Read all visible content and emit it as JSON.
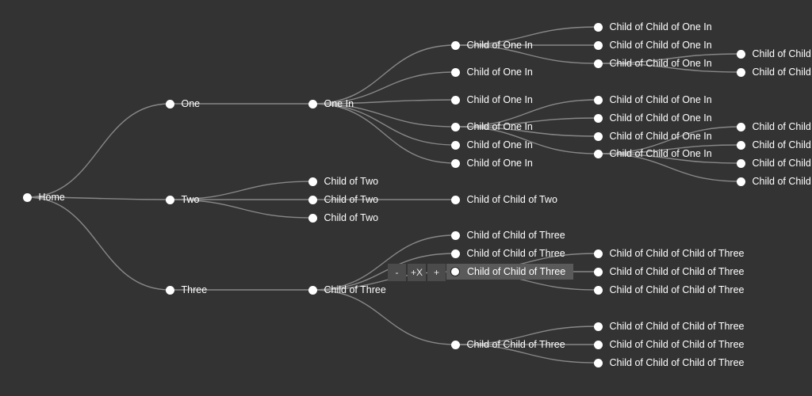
{
  "colors": {
    "background": "#333333",
    "link": "#888888",
    "node": "#ffffff",
    "label": "#ffffff",
    "selected_background": "#5a5a5a"
  },
  "controls": {
    "collapse_label": "-",
    "remove_label": "+X",
    "add_label": "+"
  },
  "tree": {
    "label": "Home",
    "children": [
      {
        "label": "One",
        "children": [
          {
            "label": "One In",
            "children": [
              {
                "label": "Child of One In",
                "children": [
                  {
                    "label": "Child of Child of One In",
                    "children": []
                  },
                  {
                    "label": "Child of Child of One In",
                    "children": []
                  },
                  {
                    "label": "Child of Child of One In",
                    "children": [
                      {
                        "label": "Child of Child",
                        "children": []
                      },
                      {
                        "label": "Child of Child",
                        "children": []
                      }
                    ]
                  }
                ]
              },
              {
                "label": "Child of One In",
                "children": []
              },
              {
                "label": "Child of One In",
                "children": []
              },
              {
                "label": "Child of One In",
                "children": [
                  {
                    "label": "Child of Child of One In",
                    "children": []
                  },
                  {
                    "label": "Child of Child of One In",
                    "children": []
                  },
                  {
                    "label": "Child of Child of One In",
                    "children": []
                  },
                  {
                    "label": "Child of Child of One In",
                    "children": [
                      {
                        "label": "Child of Child",
                        "children": []
                      },
                      {
                        "label": "Child of Child",
                        "children": []
                      },
                      {
                        "label": "Child of Child",
                        "children": []
                      },
                      {
                        "label": "Child of Child",
                        "children": []
                      }
                    ]
                  }
                ]
              },
              {
                "label": "Child of One In",
                "children": []
              },
              {
                "label": "Child of One In",
                "children": []
              }
            ]
          }
        ]
      },
      {
        "label": "Two",
        "children": [
          {
            "label": "Child of Two",
            "children": []
          },
          {
            "label": "Child of Two",
            "children": [
              {
                "label": "Child of Child of Two",
                "children": []
              }
            ]
          },
          {
            "label": "Child of Two",
            "children": []
          }
        ]
      },
      {
        "label": "Three",
        "children": [
          {
            "label": "Child of Three",
            "children": [
              {
                "label": "Child of Child of Three",
                "children": []
              },
              {
                "label": "Child of Child of Three",
                "children": []
              },
              {
                "label": "Child of Child of Three",
                "selected": true,
                "children": [
                  {
                    "label": "Child of Child of Child of Three",
                    "children": []
                  },
                  {
                    "label": "Child of Child of Child of Three",
                    "children": []
                  },
                  {
                    "label": "Child of Child of Child of Three",
                    "children": []
                  }
                ]
              },
              {
                "label": "Child of Child of Three",
                "children": [
                  {
                    "label": "Child of Child of Child of Three",
                    "children": []
                  },
                  {
                    "label": "Child of Child of Child of Three",
                    "children": []
                  },
                  {
                    "label": "Child of Child of Child of Three",
                    "children": []
                  }
                ]
              }
            ]
          }
        ]
      }
    ]
  }
}
